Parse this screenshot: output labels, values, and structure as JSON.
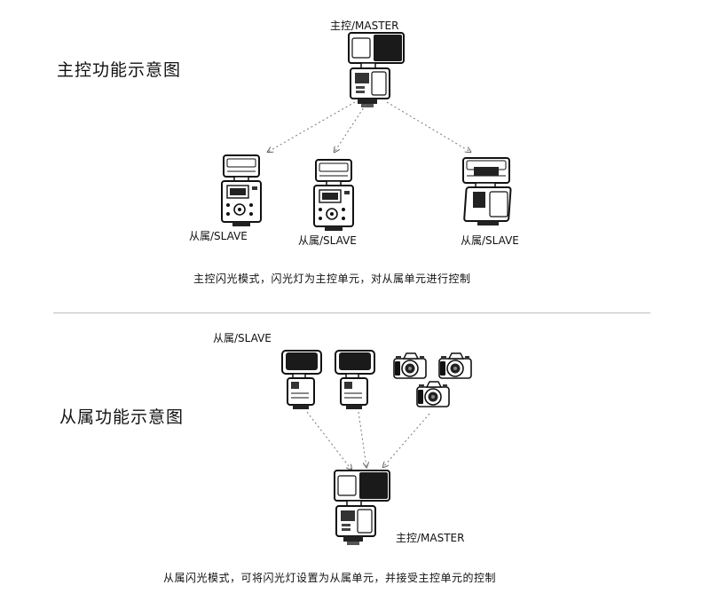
{
  "master_section": {
    "title": "主控功能示意图",
    "master_label": "主控/MASTER",
    "slave_labels": [
      "从属/SLAVE",
      "从属/SLAVE",
      "从属/SLAVE"
    ],
    "caption": "主控闪光模式，闪光灯为主控单元，对从属单元进行控制"
  },
  "slave_section": {
    "title": "从属功能示意图",
    "slave_label": "从属/SLAVE",
    "master_label": "主控/MASTER",
    "caption": "从属闪光模式，可将闪光灯设置为从属单元，并接受主控单元的控制"
  },
  "icons": {
    "flash": "flash-unit-icon",
    "camera": "dslr-camera-icon",
    "arrow": "dotted-arrow"
  }
}
